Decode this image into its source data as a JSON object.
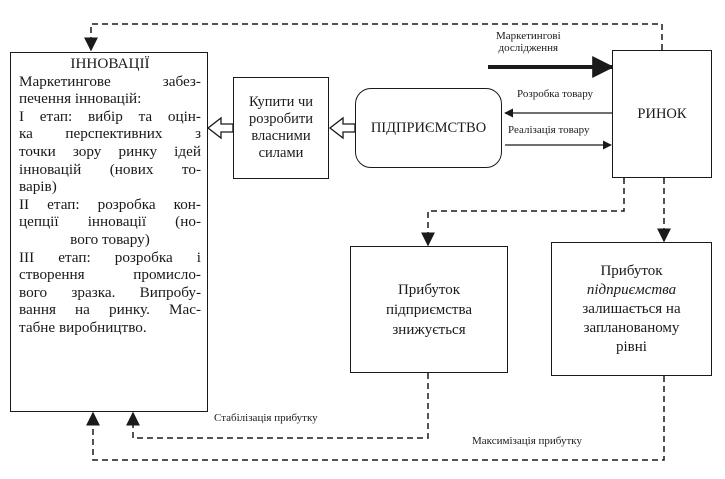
{
  "innovations": {
    "title": "ІННОВАЦІЇ",
    "lines": [
      "Маркетингове забез-",
      "печення інновацій:",
      "І етап: вибір та оцін-",
      "ка перспективних з",
      "точки зору ринку ідей",
      "інновацій (нових то-",
      "варів)",
      "ІІ етап: розробка кон-",
      "цепції інновації (но-",
      "вого товару)",
      "ІІІ етап: розробка і",
      "створення промисло-",
      "вого зразка. Випробу-",
      "вання на ринку. Мас-",
      "табне виробництво."
    ]
  },
  "buy_or_develop": [
    "Купити чи",
    "розробити",
    "власними",
    "силами"
  ],
  "enterprise": "ПІДПРИЄМСТВО",
  "market": "РИНОК",
  "profit_decrease": [
    "Прибуток",
    "підприємства",
    "знижується"
  ],
  "profit_keep": [
    "Прибуток",
    "підприємства",
    "залишається на",
    "запланованому",
    "рівні"
  ],
  "arrow_labels": {
    "marketing_research": [
      "Маркетингові",
      "дослідження"
    ],
    "product_development": "Розробка товару",
    "product_sales": "Реалізація товару",
    "profit_stabilization": "Стабілізація прибутку",
    "profit_maximization": "Максимізація прибутку"
  },
  "colors": {
    "ink": "#1a1a1a",
    "background": "#ffffff"
  }
}
